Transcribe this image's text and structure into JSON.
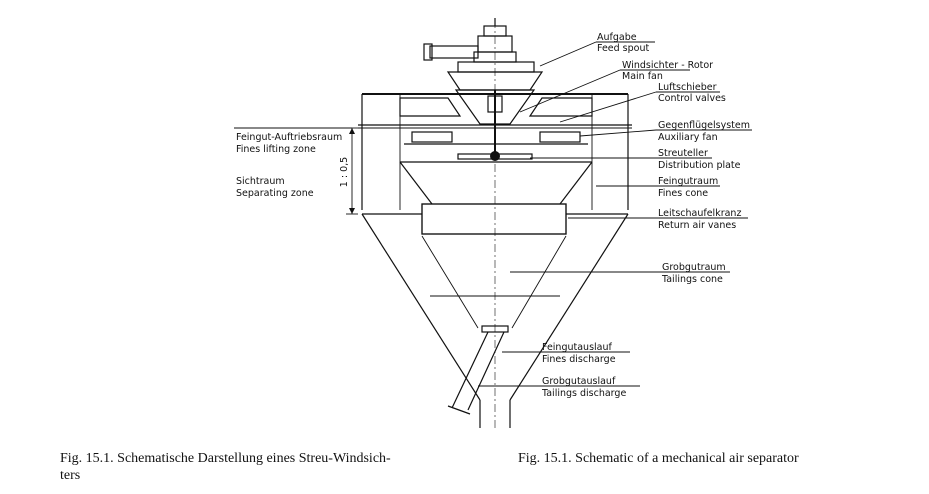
{
  "labels": {
    "feed_de": "Aufgabe",
    "feed_en": "Feed spout",
    "rotor_de": "Windsichter - Rotor",
    "rotor_en": "Main fan",
    "valve_de": "Luftschieber",
    "valve_en": "Control valves",
    "counter_de": "Gegenflügelsystem",
    "counter_en": "Auxiliary fan",
    "plate_de": "Streuteller",
    "plate_en": "Distribution plate",
    "fines_de": "Feingutraum",
    "fines_en": "Fines cone",
    "vanes_de": "Leitschaufelkranz",
    "vanes_en": "Return air vanes",
    "tailcone_de": "Grobgutraum",
    "tailcone_en": "Tailings cone",
    "finesdis_de": "Feingutauslauf",
    "finesdis_en": "Fines discharge",
    "taildis_de": "Grobgutauslauf",
    "taildis_en": "Tailings discharge",
    "lift_de": "Feingut-Auftriebsraum",
    "lift_en": "Fines lifting zone",
    "sep_de": "Sichtraum",
    "sep_en": "Separating zone",
    "ratio": "1 : 0,5"
  },
  "captions": {
    "left_line1": "Fig. 15.1.  Schematische Darstellung eines Streu-Windsich-",
    "left_line2": "ters",
    "right": "Fig. 15.1.  Schematic of a mechanical air separator"
  }
}
